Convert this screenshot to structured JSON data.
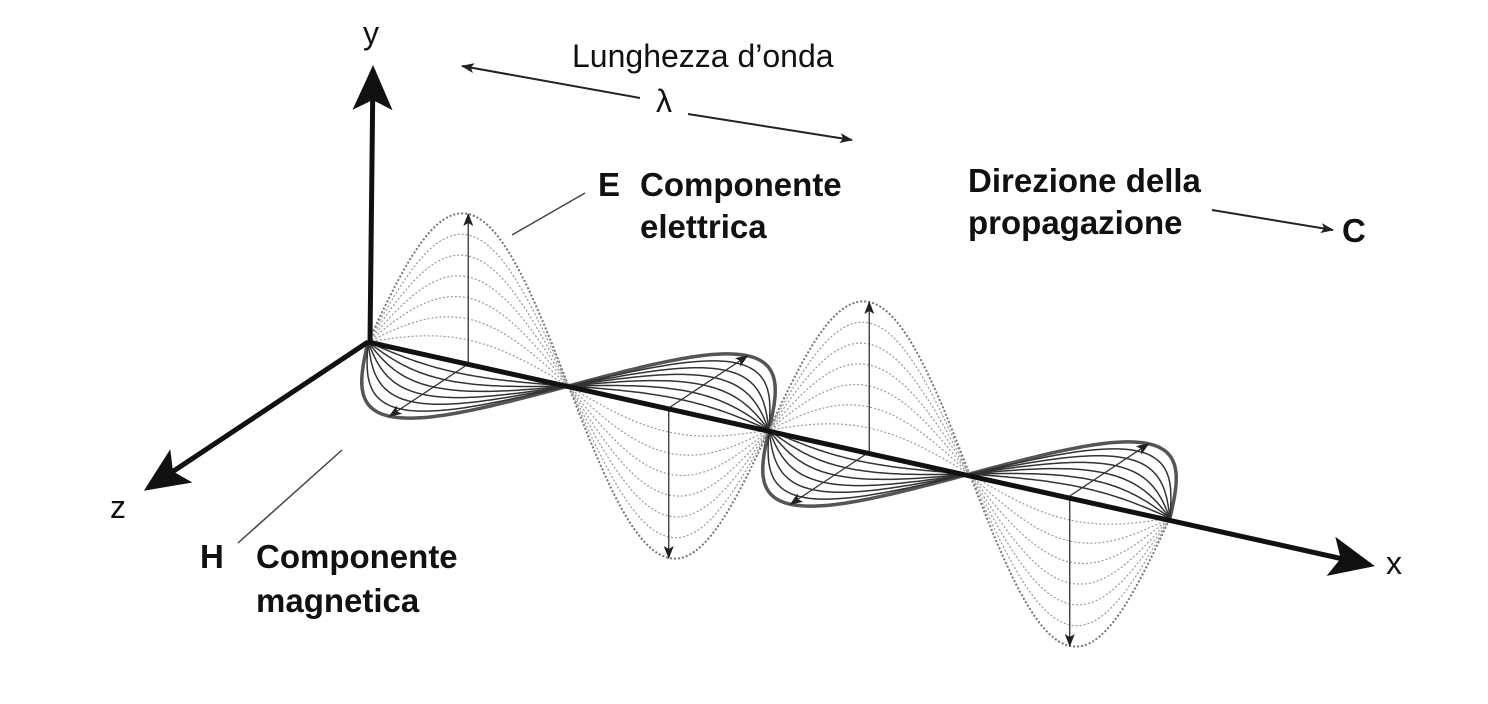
{
  "axes": {
    "y": "y",
    "z": "z",
    "x": "x"
  },
  "wavelength": {
    "label": "Lunghezza d’onda",
    "symbol": "λ"
  },
  "electric": {
    "symbol": "E",
    "line1": "Componente",
    "line2": "elettrica"
  },
  "magnetic": {
    "symbol": "H",
    "line1": "Componente",
    "line2": "magnetica"
  },
  "propagation": {
    "line1": "Direzione della",
    "line2": "propagazione",
    "symbol": "C"
  }
}
